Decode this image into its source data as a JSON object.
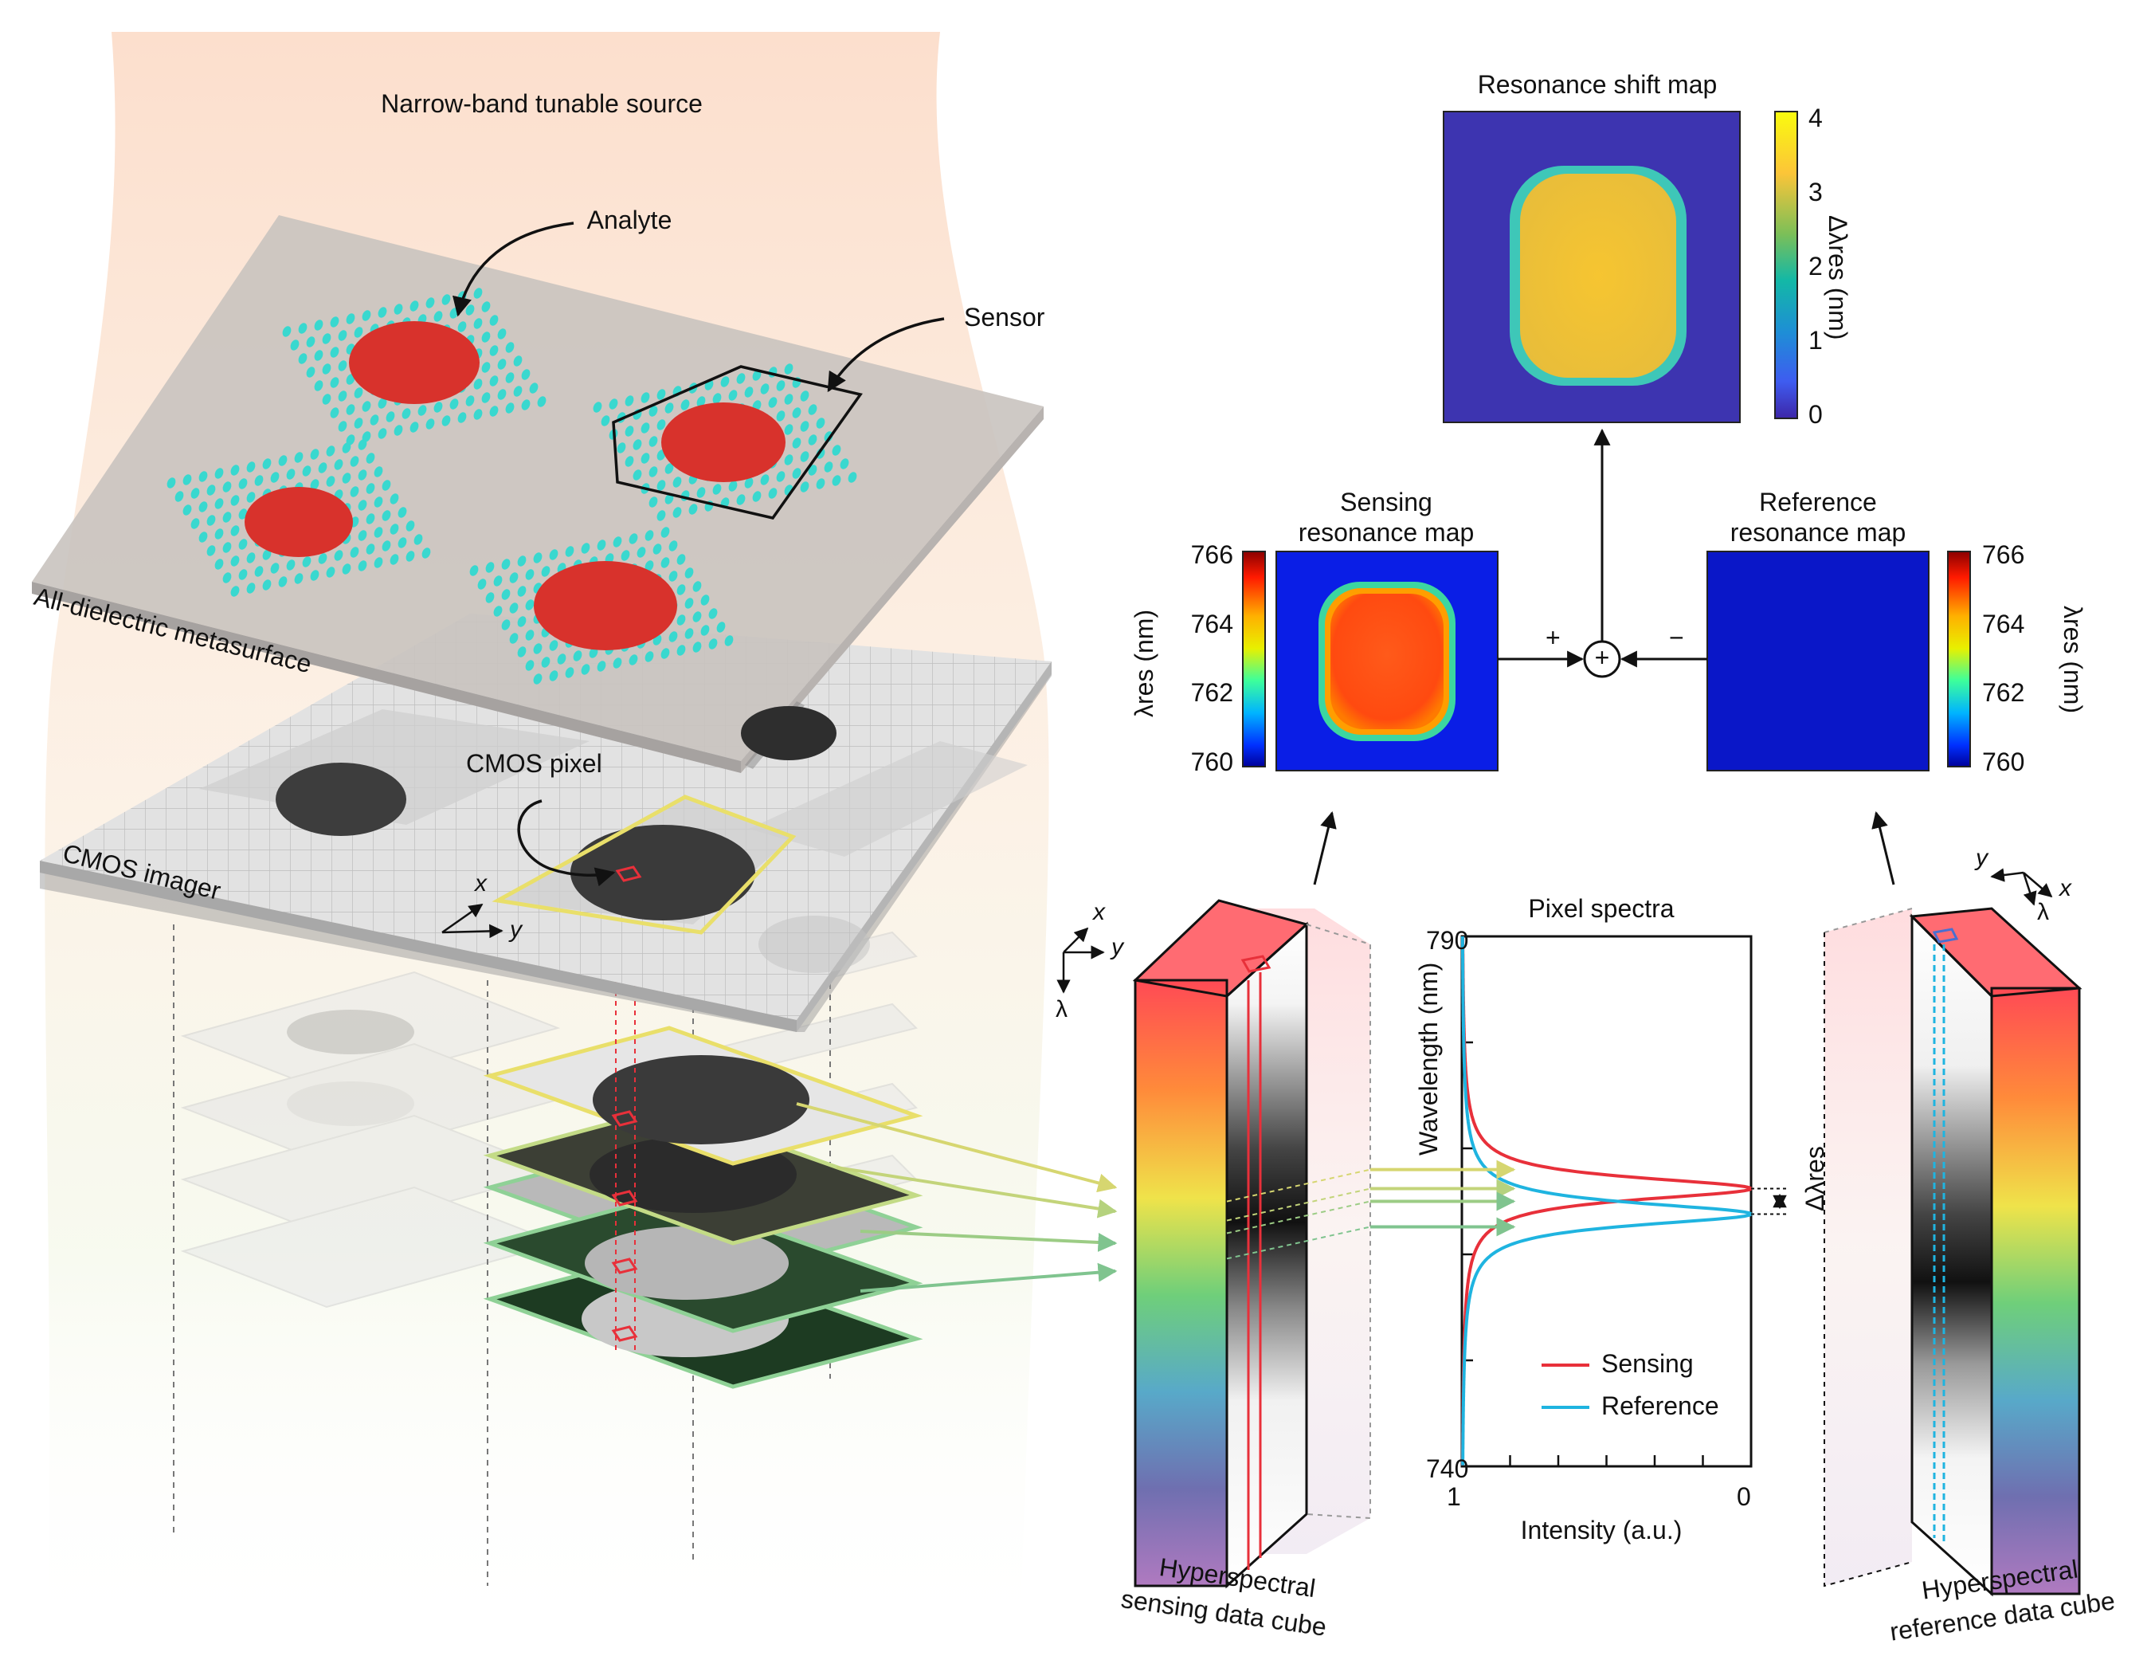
{
  "source_label": "Narrow-band tunable source",
  "labels": {
    "analyte": "Analyte",
    "sensor": "Sensor",
    "metasurface": "All-dielectric metasurface",
    "cmos_pixel": "CMOS pixel",
    "cmos_imager": "CMOS imager",
    "axis_x": "x",
    "axis_y": "y",
    "axis_lambda": "λ"
  },
  "maps": {
    "shift_title": "Resonance shift map",
    "shift_colorbar_ticks": [
      "4",
      "3",
      "2",
      "1",
      "0"
    ],
    "shift_colorbar_label": "Δλres (nm)",
    "sensing_title_1": "Sensing",
    "sensing_title_2": "resonance map",
    "reference_title_1": "Reference",
    "reference_title_2": "resonance map",
    "res_colorbar_ticks": [
      "766",
      "764",
      "762",
      "760"
    ],
    "res_colorbar_label": "λres (nm)",
    "plus_sign": "+",
    "minus_sign": "−",
    "sum_symbol": "+"
  },
  "cubes": {
    "sensing_line1": "Hyperspectral",
    "sensing_line2": "sensing data cube",
    "reference_line1": "Hyperspectral",
    "reference_line2": "reference data cube"
  },
  "chart_data": {
    "type": "line",
    "title": "Pixel spectra",
    "xlabel": "Intensity (a.u.)",
    "ylabel": "Wavelength (nm)",
    "x_ticks": [
      "1",
      "0"
    ],
    "y_ticks": [
      "790",
      "740"
    ],
    "xlim": [
      1,
      0
    ],
    "ylim": [
      740,
      790
    ],
    "annotation": "Δλres",
    "series": [
      {
        "name": "Sensing",
        "color": "#e8303a",
        "peak_wavelength": 766.2,
        "linewidth_nm": 2.6
      },
      {
        "name": "Reference",
        "color": "#1fb4e0",
        "peak_wavelength": 763.8,
        "linewidth_nm": 2.6
      }
    ]
  },
  "colors": {
    "sensing": "#e8303a",
    "reference": "#1fb4e0",
    "analyte": "#d8322c",
    "nanostructure": "#39d8cf",
    "frame_yellow": "#e9df6a",
    "frame_green": "#8fd196",
    "arrow_yellow": "#d6d670",
    "arrow_green": "#80c48f"
  }
}
